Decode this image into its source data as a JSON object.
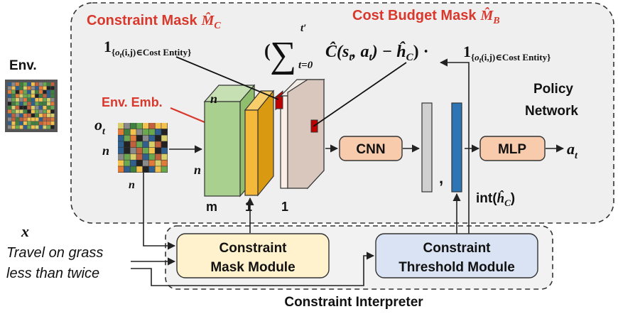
{
  "env_label": "Env.",
  "policy_network": {
    "line1": "Policy",
    "line2": "Network"
  },
  "constraint_mask": {
    "title": "Constraint Mask",
    "symbol": "M̂",
    "subscript": "C"
  },
  "cost_budget_mask": {
    "title": "Cost Budget Mask",
    "symbol": "M̂",
    "subscript": "B"
  },
  "indicator": {
    "one": "1",
    "cond_o": "o",
    "cond_t": "t",
    "cond_rest": "(i,j)∈Cost Entity}",
    "cond_open": "{"
  },
  "cost_formula": {
    "open": "(",
    "sigma": "∑",
    "sum_upper": "t′",
    "sum_lower": "t=0",
    "body": "Ĉ(s",
    "s_sub": "t",
    "comma_a": ", a",
    "a_sub": "t",
    "close": ") − ĥ",
    "h_sub": "C",
    "paren_dot": ") · "
  },
  "env_emb": "Env. Emb.",
  "obs": {
    "symbol": "o",
    "subscript": "t"
  },
  "dims": {
    "n": "n",
    "m": "m",
    "one": "1"
  },
  "cnn_label": "CNN",
  "mlp_label": "MLP",
  "comma": ",",
  "action": {
    "symbol": "a",
    "subscript": "t"
  },
  "int_h": {
    "prefix": "int(",
    "symbol": "ĥ",
    "subscript": "C",
    "suffix": ")"
  },
  "instruction": {
    "var": "x",
    "line1": "Travel on grass",
    "line2": "less than twice"
  },
  "mask_module": {
    "line1": "Constraint",
    "line2": "Mask Module"
  },
  "threshold_module": {
    "line1": "Constraint",
    "line2": "Threshold Module"
  },
  "interpreter_label": "Constraint Interpreter",
  "colors": {
    "accent_red": "#d9382c",
    "policy_bg": "#efefef",
    "env_emb_green": "#a9d08e",
    "mask_gold": "#f4b83a",
    "budget_pink": "#d9c7bd",
    "cnn_fill": "#f8cbad",
    "mlp_fill": "#f8cbad",
    "mask_module_fill": "#fff2cc",
    "threshold_module_fill": "#dae3f3",
    "blue_bar": "#2e75b6",
    "grey_bar": "#d0d0d0"
  }
}
